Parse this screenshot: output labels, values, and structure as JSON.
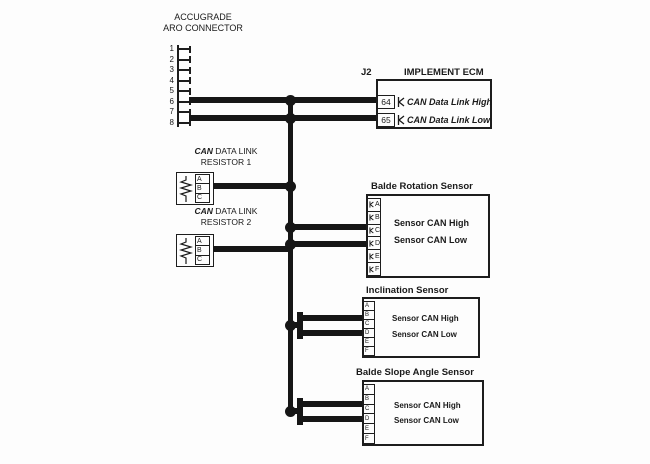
{
  "colors": {
    "wire": "#161616",
    "text": "#1a1a1a",
    "background": "#fdfdfd"
  },
  "aro": {
    "title_line1": "ACCUGRADE",
    "title_line2": "ARO CONNECTOR",
    "pins": [
      "1",
      "2",
      "3",
      "4",
      "5",
      "6",
      "7",
      "8"
    ]
  },
  "ecm": {
    "connector_label": "J2",
    "title": "IMPLEMENT ECM",
    "rows": [
      {
        "pin": "64",
        "label": "CAN Data Link High"
      },
      {
        "pin": "65",
        "label": "CAN Data Link Low"
      }
    ]
  },
  "resistor1": {
    "line1_em": "CAN",
    "line1_rest": " DATA LINK",
    "line2": "RESISTOR 1",
    "pins": [
      "A",
      "B",
      "C"
    ]
  },
  "resistor2": {
    "line1_em": "CAN",
    "line1_rest": " DATA LINK",
    "line2": "RESISTOR 2",
    "pins": [
      "A",
      "B",
      "C"
    ]
  },
  "rotation_sensor": {
    "title": "Balde Rotation Sensor",
    "pins": [
      "A",
      "B",
      "C",
      "D",
      "E",
      "F"
    ],
    "high": "Sensor CAN High",
    "low": "Sensor CAN Low"
  },
  "inclination_sensor": {
    "title": "Inclination Sensor",
    "pins": [
      "A",
      "B",
      "C",
      "D",
      "E",
      "F"
    ],
    "high": "Sensor CAN High",
    "low": "Sensor CAN Low"
  },
  "slope_sensor": {
    "title": "Balde Slope Angle Sensor",
    "pins": [
      "A",
      "B",
      "C",
      "D",
      "E",
      "F"
    ],
    "high": "Sensor CAN High",
    "low": "Sensor CAN Low"
  }
}
